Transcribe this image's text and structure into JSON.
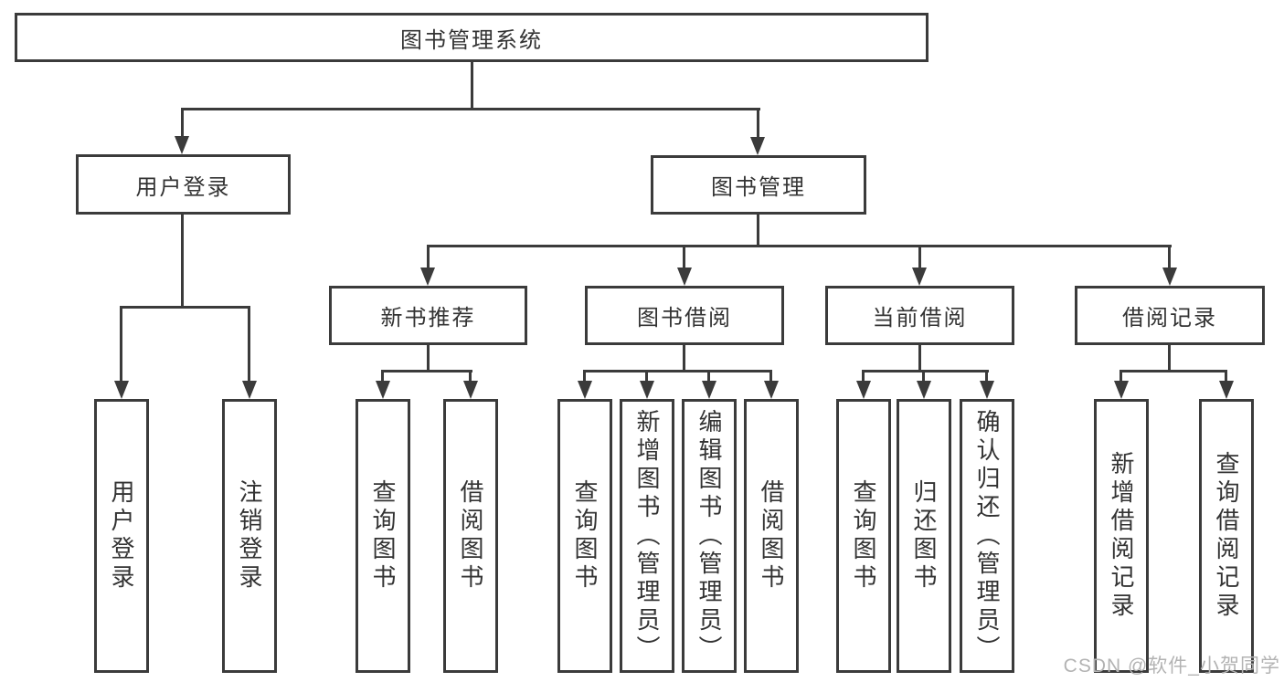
{
  "diagram": {
    "root": "图书管理系统",
    "level2": [
      "用户登录",
      "图书管理"
    ],
    "level3": [
      "新书推荐",
      "图书借阅",
      "当前借阅",
      "借阅记录"
    ],
    "leaves": {
      "user_login": [
        "用户登录",
        "注销登录"
      ],
      "new_books": [
        "查询图书",
        "借阅图书"
      ],
      "book_borrow": [
        "查询图书",
        "新增图书（管理员）",
        "编辑图书（管理员）",
        "借阅图书"
      ],
      "current_borrow": [
        "查询图书",
        "归还图书",
        "确认归还（管理员）"
      ],
      "borrow_records": [
        "新增借阅记录",
        "查询借阅记录"
      ]
    }
  },
  "watermark": "CSDN @软件_小贺同学",
  "colors": {
    "line": "#3b3b3b",
    "text": "#333333",
    "watermark": "#b3b3b3"
  }
}
